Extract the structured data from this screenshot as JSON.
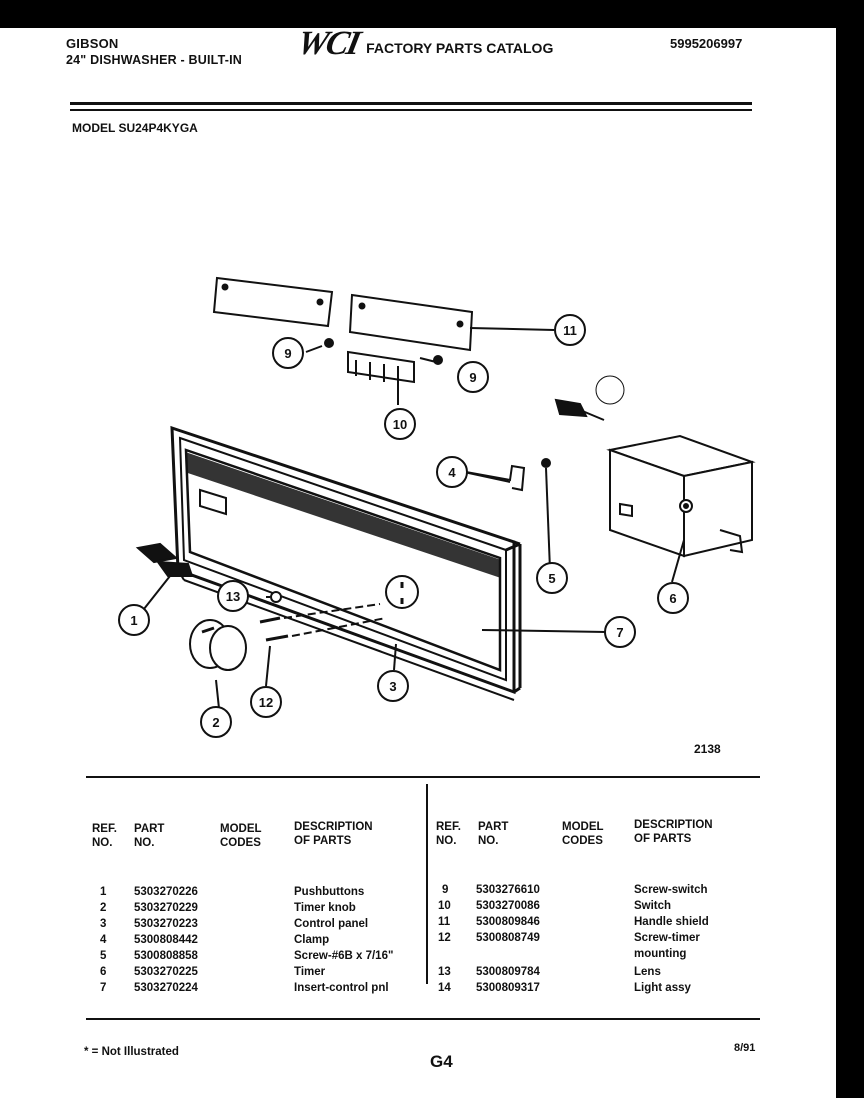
{
  "header": {
    "brand": "GIBSON",
    "product": "24\" DISHWASHER - BUILT-IN",
    "logo_text": "WCI",
    "catalog_title": "FACTORY PARTS CATALOG",
    "catalog_number": "5995206997",
    "model_line": "MODEL SU24P4KYGA"
  },
  "diagram": {
    "drawing_number": "2138",
    "callouts": [
      "1",
      "2",
      "3",
      "4",
      "5",
      "6",
      "7",
      "9",
      "9",
      "10",
      "11",
      "12",
      "13"
    ]
  },
  "table": {
    "headers": {
      "ref": "REF.\nNO.",
      "part": "PART\nNO.",
      "codes": "MODEL\nCODES",
      "desc": "DESCRIPTION\nOF PARTS"
    },
    "left_rows": [
      {
        "ref": "1",
        "part": "5303270226",
        "codes": "",
        "desc": "Pushbuttons"
      },
      {
        "ref": "2",
        "part": "5303270229",
        "codes": "",
        "desc": "Timer knob"
      },
      {
        "ref": "3",
        "part": "5303270223",
        "codes": "",
        "desc": "Control panel"
      },
      {
        "ref": "4",
        "part": "5300808442",
        "codes": "",
        "desc": "Clamp"
      },
      {
        "ref": "5",
        "part": "5300808858",
        "codes": "",
        "desc": "Screw-#6B x 7/16\""
      },
      {
        "ref": "6",
        "part": "5303270225",
        "codes": "",
        "desc": "Timer"
      },
      {
        "ref": "7",
        "part": "5303270224",
        "codes": "",
        "desc": "Insert-control pnl"
      }
    ],
    "right_rows": [
      {
        "ref": "9",
        "part": "5303276610",
        "codes": "",
        "desc": "Screw-switch"
      },
      {
        "ref": "10",
        "part": "5303270086",
        "codes": "",
        "desc": "Switch"
      },
      {
        "ref": "11",
        "part": "5300809846",
        "codes": "",
        "desc": "Handle shield"
      },
      {
        "ref": "12",
        "part": "5300808749",
        "codes": "",
        "desc": "Screw-timer"
      },
      {
        "ref": "",
        "part": "",
        "codes": "",
        "desc": "mounting"
      },
      {
        "ref": "13",
        "part": "5300809784",
        "codes": "",
        "desc": "Lens"
      },
      {
        "ref": "14",
        "part": "5300809317",
        "codes": "",
        "desc": "Light assy"
      }
    ]
  },
  "footer": {
    "footnote": "* = Not Illustrated",
    "page": "G4",
    "date": "8/91"
  }
}
